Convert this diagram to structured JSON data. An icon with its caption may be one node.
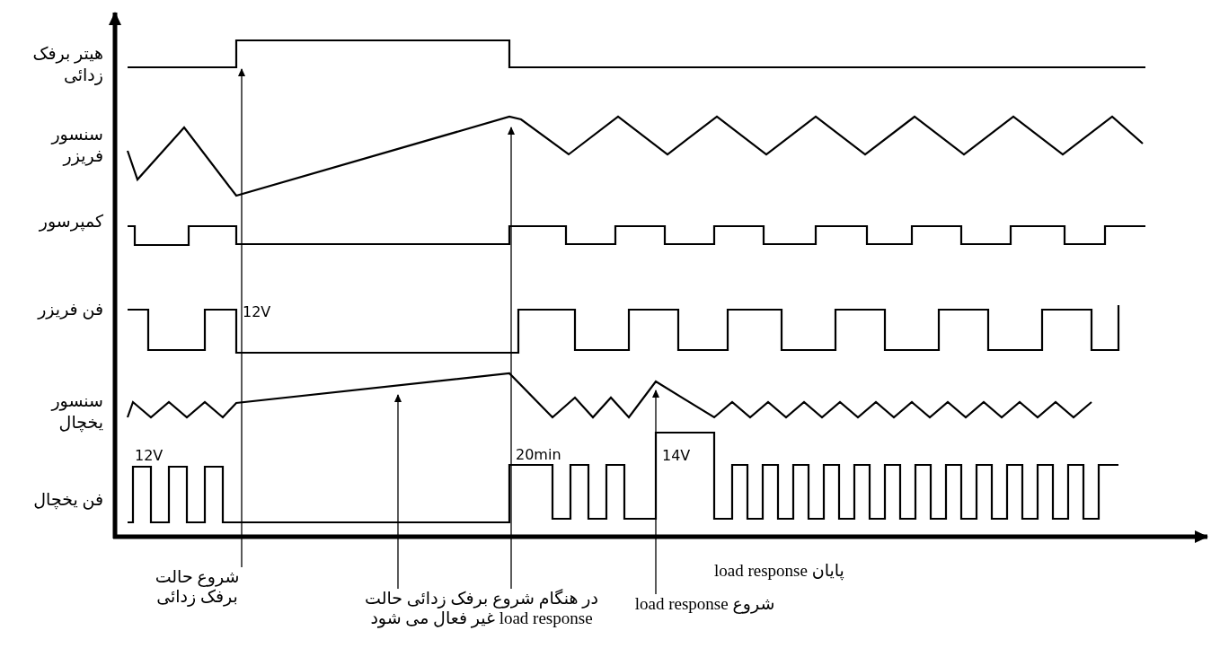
{
  "diagram": {
    "nodes": [
      {
        "text": [],
        "shape": "line"
      },
      {
        "text": [
          "شروع حالت برفک زدائی"
        ]
      },
      {
        "text": [
          "در هنگام شروع برفک زدائی حالت load response غیر فعال می شود"
        ]
      },
      {
        "text": [
          "شروع load response"
        ]
      }
    ],
    "edges": [
      {
        "from": 1,
        "to": 0,
        "arrow": "to"
      },
      {
        "from": 2,
        "to": null,
        "arrow": "to"
      },
      {
        "from": 2,
        "to": null,
        "arrow": "to"
      },
      {
        "from": 3,
        "to": null,
        "arrow": "to"
      }
    ],
    "labels": [
      "هیتر برفک زدائی",
      "سنسور فریزر",
      "کمپرسور",
      "فن فریزر",
      "سنسور یخچال",
      "فن یخچال",
      "12V",
      "12V",
      "20min",
      "14V",
      "پایان load response"
    ]
  }
}
